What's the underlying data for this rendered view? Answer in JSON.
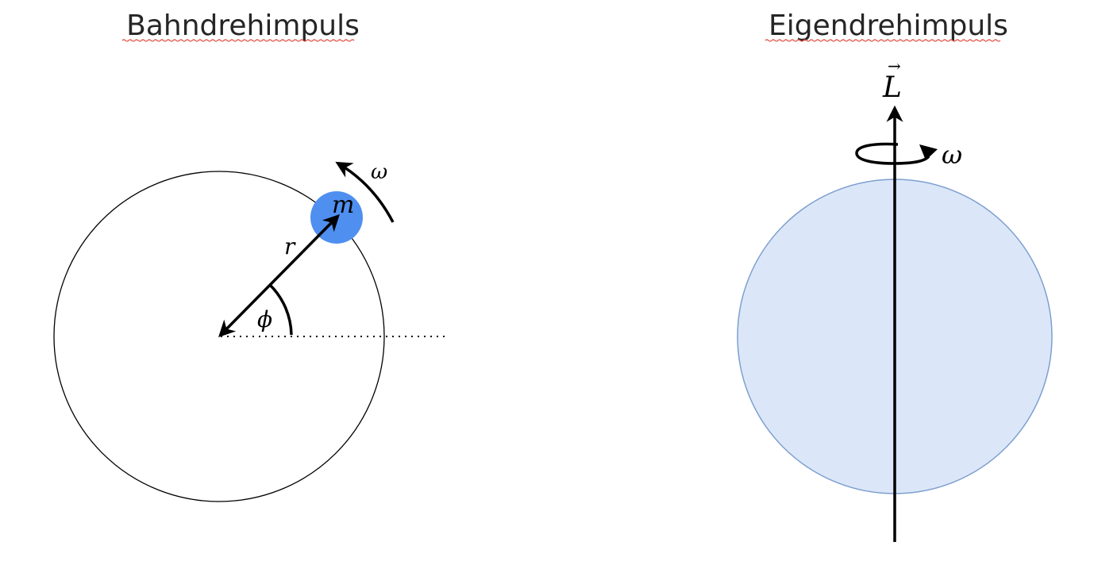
{
  "panels": {
    "orbital": {
      "title": "Bahndrehimpuls",
      "labels": {
        "mass": "m",
        "radius": "r",
        "angle": "ϕ",
        "angular_velocity": "ω"
      }
    },
    "spin": {
      "title": "Eigendrehimpuls",
      "labels": {
        "vector": "L",
        "vector_accent": "→",
        "angular_velocity": "ω"
      }
    }
  },
  "colors": {
    "mass_fill": "#4f8ff0",
    "sphere_fill": "#dbe7f8",
    "sphere_stroke": "#7e9fcf",
    "spellcheck_underline": "#e0453a",
    "ink": "#000000"
  }
}
